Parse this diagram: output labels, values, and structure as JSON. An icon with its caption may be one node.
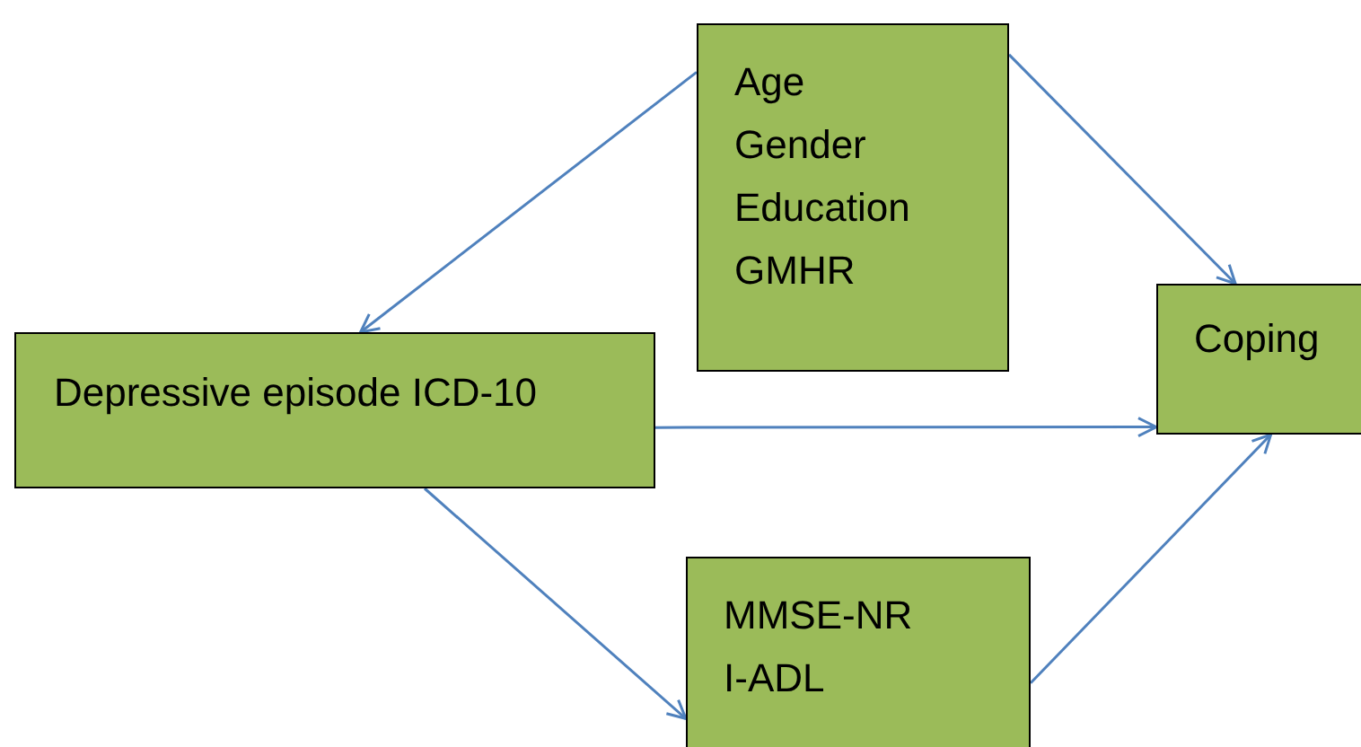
{
  "diagram": {
    "nodes": [
      {
        "text": [
          "Age",
          "Gender",
          "Education",
          "GMHR"
        ]
      },
      {
        "text": [
          "Depressive episode ICD-10"
        ]
      },
      {
        "text": [
          "Coping"
        ]
      },
      {
        "text": [
          "MMSE-NR",
          "I-ADL"
        ]
      }
    ],
    "edges": [
      {
        "from": 0,
        "to": 1,
        "arrow": "to"
      },
      {
        "from": 0,
        "to": 2,
        "arrow": "to"
      },
      {
        "from": 1,
        "to": 2,
        "arrow": "to"
      },
      {
        "from": 1,
        "to": 3,
        "arrow": "to"
      },
      {
        "from": 3,
        "to": 2,
        "arrow": "to"
      }
    ]
  }
}
